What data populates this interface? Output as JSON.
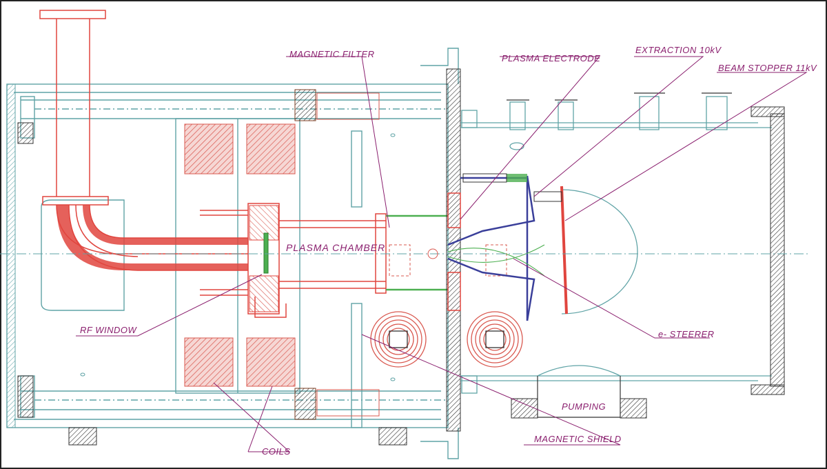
{
  "labels": {
    "magnetic_filter": "MAGNETIC FILTER",
    "plasma_electrode": "PLASMA ELECTRODE",
    "extraction": "EXTRACTION 10kV",
    "beam_stopper": "BEAM STOPPER 11kV",
    "plasma_chamber": "PLASMA CHAMBER",
    "rf_window": "RF WINDOW",
    "e_steerer": "e- STEERER",
    "pumping": "PUMPING",
    "magnetic_shield": "MAGNETIC SHIELD",
    "coils": "COILS"
  },
  "colors": {
    "outline": "#5fa3a6",
    "waveguide": "#e0453e",
    "electrode": "#3a3f9a",
    "green": "#4caf50",
    "label": "#8a1f6e",
    "dark": "#333333"
  }
}
